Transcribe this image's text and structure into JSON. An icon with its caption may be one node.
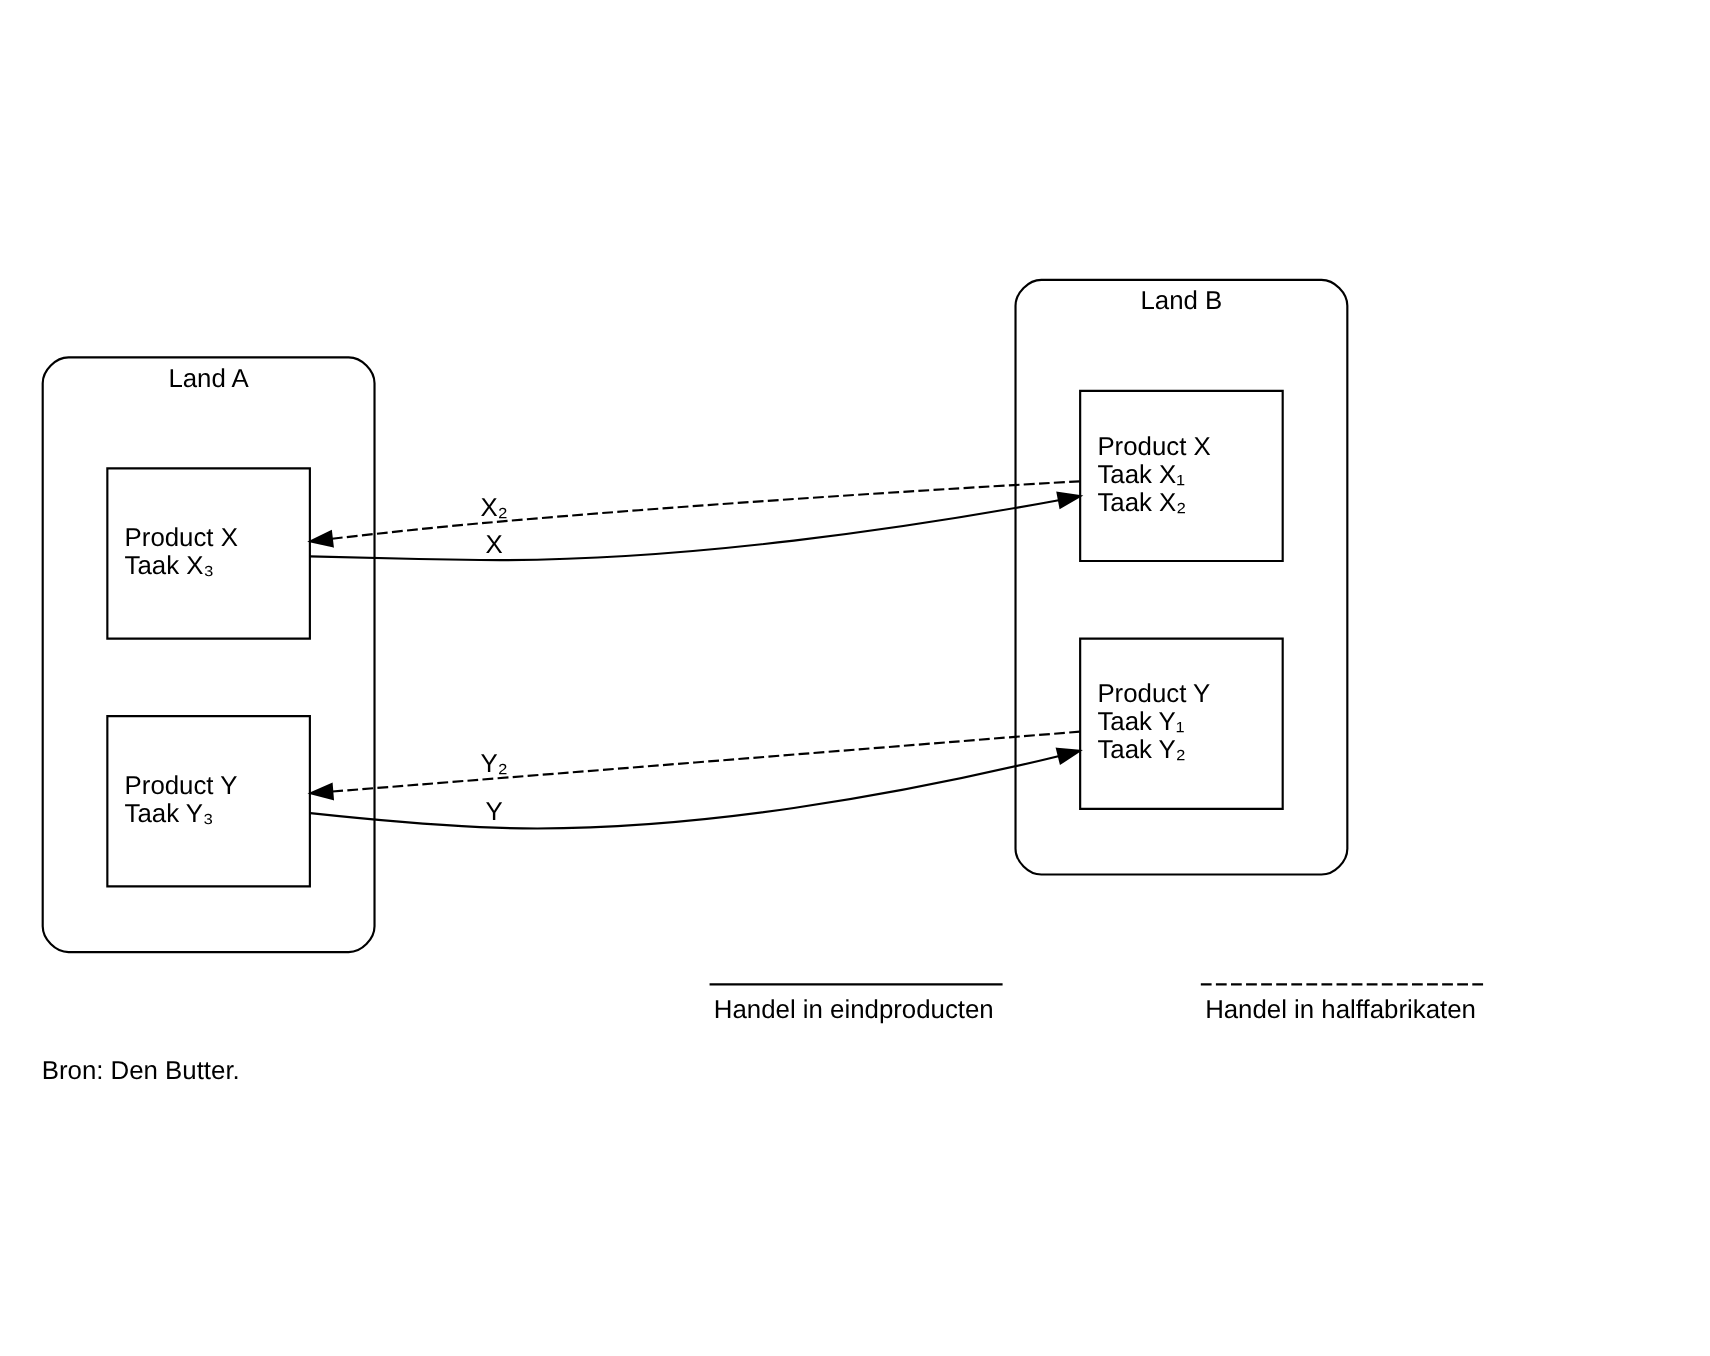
{
  "diagram": {
    "caption": "Bron: Den Butter.",
    "nodes": [
      {
        "text": [
          "Land A"
        ]
      },
      {
        "text": [
          "Product X",
          "Taak X₃"
        ],
        "in": 0
      },
      {
        "text": [
          "Product Y",
          "Taak Y₃"
        ],
        "in": 0
      },
      {
        "text": [
          "Land B"
        ]
      },
      {
        "text": [
          "Product X",
          "Taak X₁",
          "Taak X₂"
        ],
        "in": 3
      },
      {
        "text": [
          "Product Y",
          "Taak Y₁",
          "Taak Y₂"
        ],
        "in": 3
      }
    ],
    "edges": [
      {
        "from": 4,
        "to": 1,
        "arrow": "to",
        "label": "X₂",
        "style": "dashed"
      },
      {
        "from": 1,
        "to": 4,
        "arrow": "to",
        "label": "X"
      },
      {
        "from": 5,
        "to": 2,
        "arrow": "to",
        "label": "Y₂",
        "style": "dashed"
      },
      {
        "from": 2,
        "to": 5,
        "arrow": "to",
        "label": "Y"
      }
    ],
    "legend": [
      {
        "text": "Handel in eindproducten"
      },
      {
        "text": "Handel in halffabrikaten"
      }
    ]
  }
}
